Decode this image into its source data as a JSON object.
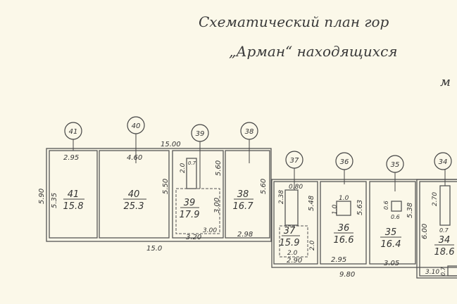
{
  "title": {
    "line1": "Схематический   план  гор",
    "line2": "„Арман“  находящихся",
    "line3": "м"
  },
  "rooms": [
    {
      "id": "41",
      "number": "41",
      "area": "15.8",
      "dims": [
        "2.95",
        "5.35"
      ]
    },
    {
      "id": "40",
      "number": "40",
      "area": "25.3",
      "dims": [
        "4.60",
        "5.50"
      ]
    },
    {
      "id": "39",
      "number": "39",
      "area": "17.9",
      "dims": [
        "2.0",
        "0.7",
        "5.60",
        "3.00",
        "3.00",
        "3.20"
      ]
    },
    {
      "id": "38",
      "number": "38",
      "area": "16.7",
      "dims": [
        "5.60",
        "2.98"
      ]
    },
    {
      "id": "37",
      "number": "37",
      "area": "15.9",
      "dims": [
        "0.80",
        "2.38",
        "5.48",
        "2.0",
        "2.0",
        "2.90"
      ]
    },
    {
      "id": "36",
      "number": "36",
      "area": "16.6",
      "dims": [
        "1.0",
        "1.0",
        "5.63",
        "2.95"
      ]
    },
    {
      "id": "35",
      "number": "35",
      "area": "16.4",
      "dims": [
        "0.6",
        "0.6",
        "5.38",
        "3.05"
      ]
    },
    {
      "id": "34",
      "number": "34",
      "area": "18.6",
      "dims": [
        "2.70",
        "0.7",
        "6.00",
        "3.10",
        "0.7"
      ]
    }
  ],
  "overall": {
    "top": "15.00",
    "left": "5.90",
    "bottom_left": "15.0",
    "bottom_right": "9.80"
  },
  "colors": {
    "paper": "#fbf8e9",
    "ink": "#444444"
  }
}
